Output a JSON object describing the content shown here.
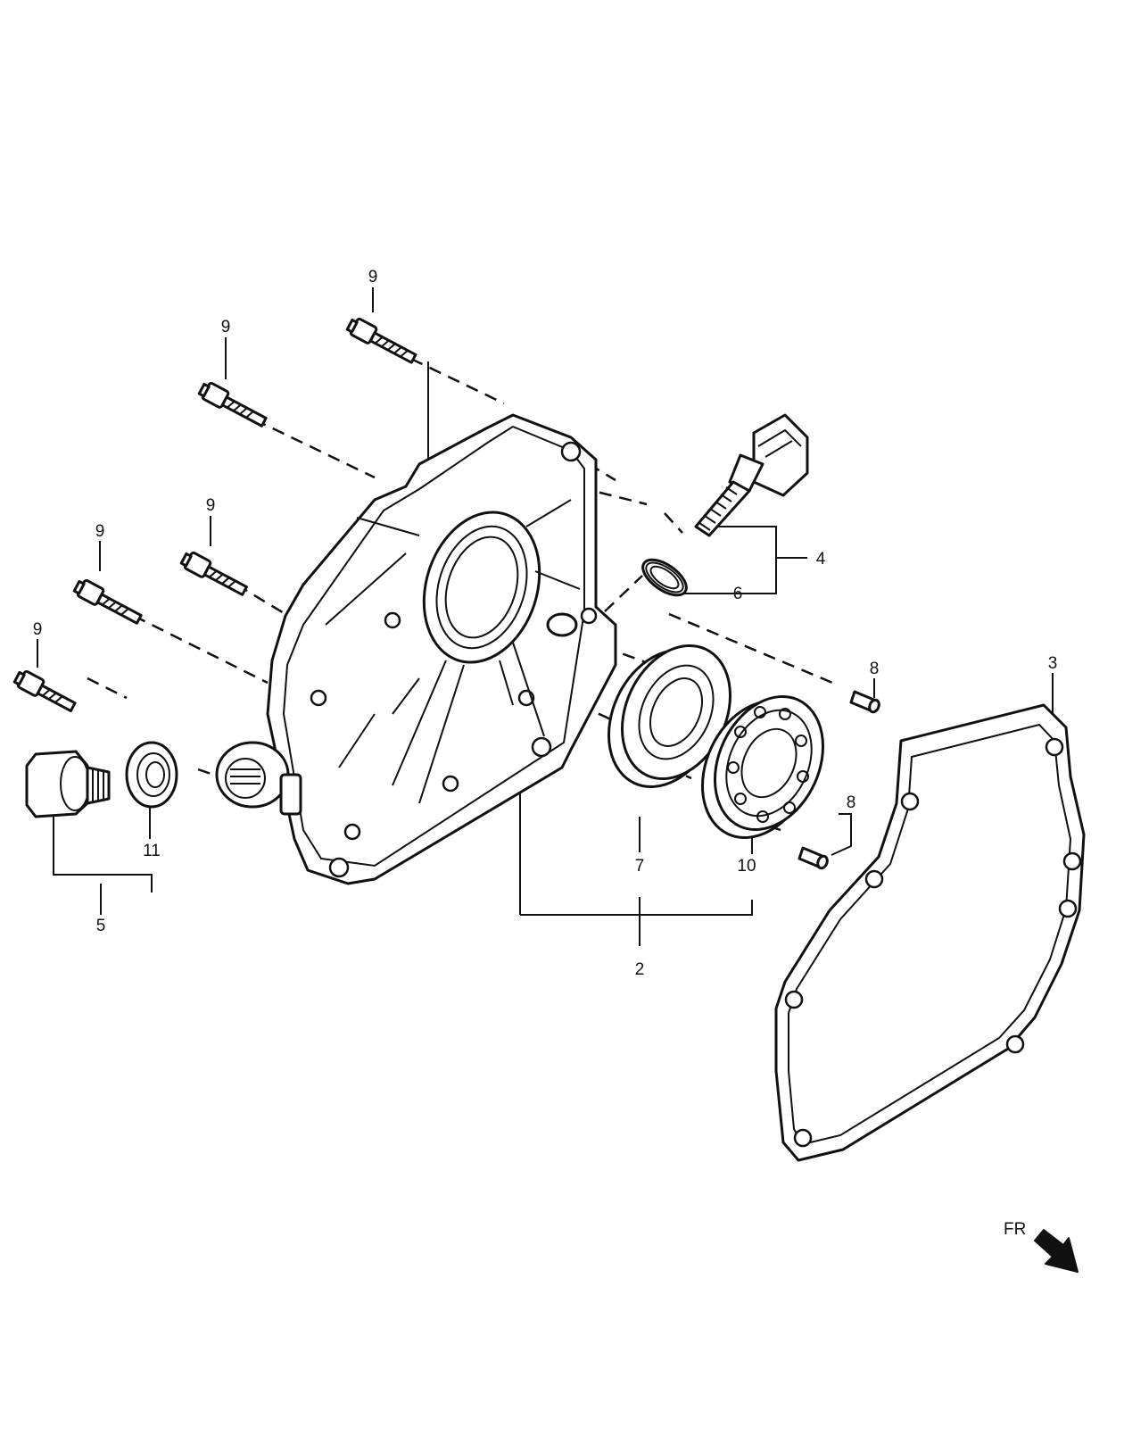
{
  "callouts": {
    "c9a": "9",
    "c9b": "9",
    "c9c": "9",
    "c9d": "9",
    "c9e": "9",
    "c4": "4",
    "c6": "6",
    "c8a": "8",
    "c8b": "8",
    "c3": "3",
    "c11": "11",
    "c5": "5",
    "c7": "7",
    "c10": "10",
    "c2": "2"
  },
  "direction": {
    "label": "FR"
  },
  "icons": {
    "front_direction": "arrow-down-right-icon"
  },
  "colors": {
    "ink": "#111111",
    "paper": "#ffffff"
  }
}
